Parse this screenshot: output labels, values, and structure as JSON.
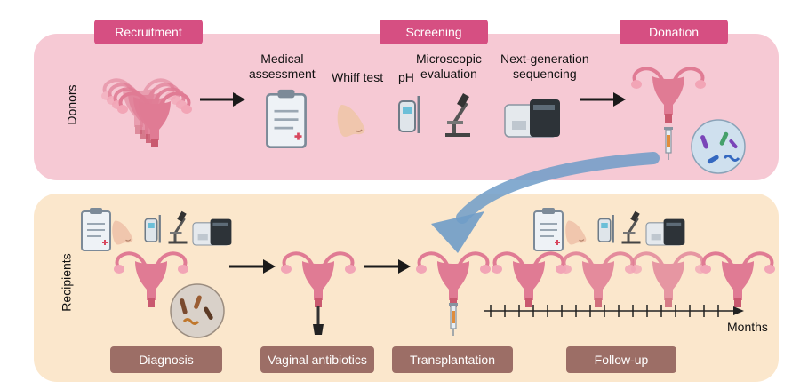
{
  "steps": {
    "recruitment": "Recruitment",
    "screening": "Screening",
    "donation": "Donation",
    "diagnosis": "Diagnosis",
    "vaginal_antibiotics": "Vaginal antibiotics",
    "transplantation": "Transplantation",
    "follow_up": "Follow-up"
  },
  "groups": {
    "donors": "Donors",
    "recipients": "Recipients"
  },
  "screening_items": {
    "medical_l1": "Medical",
    "medical_l2": "assessment",
    "whiff": "Whiff test",
    "ph": "pH",
    "micro_l1": "Microscopic",
    "micro_l2": "evaluation",
    "ngs_l1": "Next-generation",
    "ngs_l2": "sequencing"
  },
  "timeline": {
    "unit": "Months"
  },
  "colors": {
    "donor_bg": "#f6c9d4",
    "recipient_bg": "#fbe7cc",
    "pink_pill": "#d64f82",
    "brown_pill": "#9c6e66",
    "uterus": "#e07b94",
    "flow_arrow": "#6f9cc8"
  },
  "icons": [
    "uterus-icon",
    "clipboard-icon",
    "nose-icon",
    "ph-meter-icon",
    "microscope-icon",
    "sequencer-icon",
    "syringe-icon",
    "dropper-icon",
    "bacteria-icon",
    "arrow-icon"
  ]
}
